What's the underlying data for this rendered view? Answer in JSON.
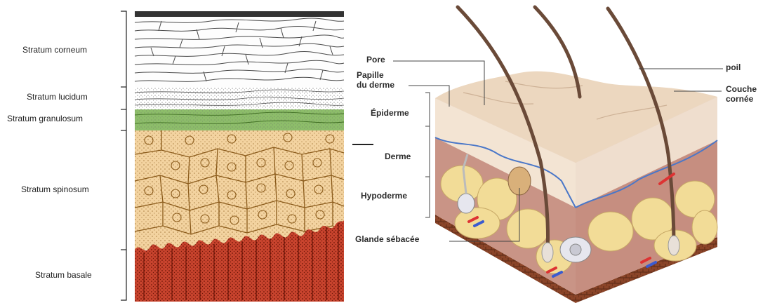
{
  "left_panel": {
    "layers": [
      {
        "id": "corneum",
        "label": "Stratum corneum"
      },
      {
        "id": "lucidum",
        "label": "Stratum lucidum"
      },
      {
        "id": "granulosum",
        "label": "Stratum granulosum"
      },
      {
        "id": "spinosum",
        "label": "Stratum spinosum"
      },
      {
        "id": "basale",
        "label": "Stratum basale"
      }
    ]
  },
  "right_panel": {
    "labels": {
      "pore": "Pore",
      "papille_line1": "Papille",
      "papille_line2": "du derme",
      "epiderme": "Épiderme",
      "derme": "Derme",
      "hypoderme": "Hypoderme",
      "glande": "Glande sébacée",
      "poil": "poil",
      "couche_line1": "Couche",
      "couche_line2": "cornée"
    }
  },
  "colors": {
    "corneum_line": "#4a4a4a",
    "granulosum": "#5f9a3a",
    "spinosum": "#e9b96a",
    "basale": "#b5321e",
    "skin_surface": "#f1e1cf",
    "dermis": "#c99486",
    "fat": "#f2dc97",
    "hair": "#6a4a38",
    "base_strip": "#7a3a22"
  }
}
